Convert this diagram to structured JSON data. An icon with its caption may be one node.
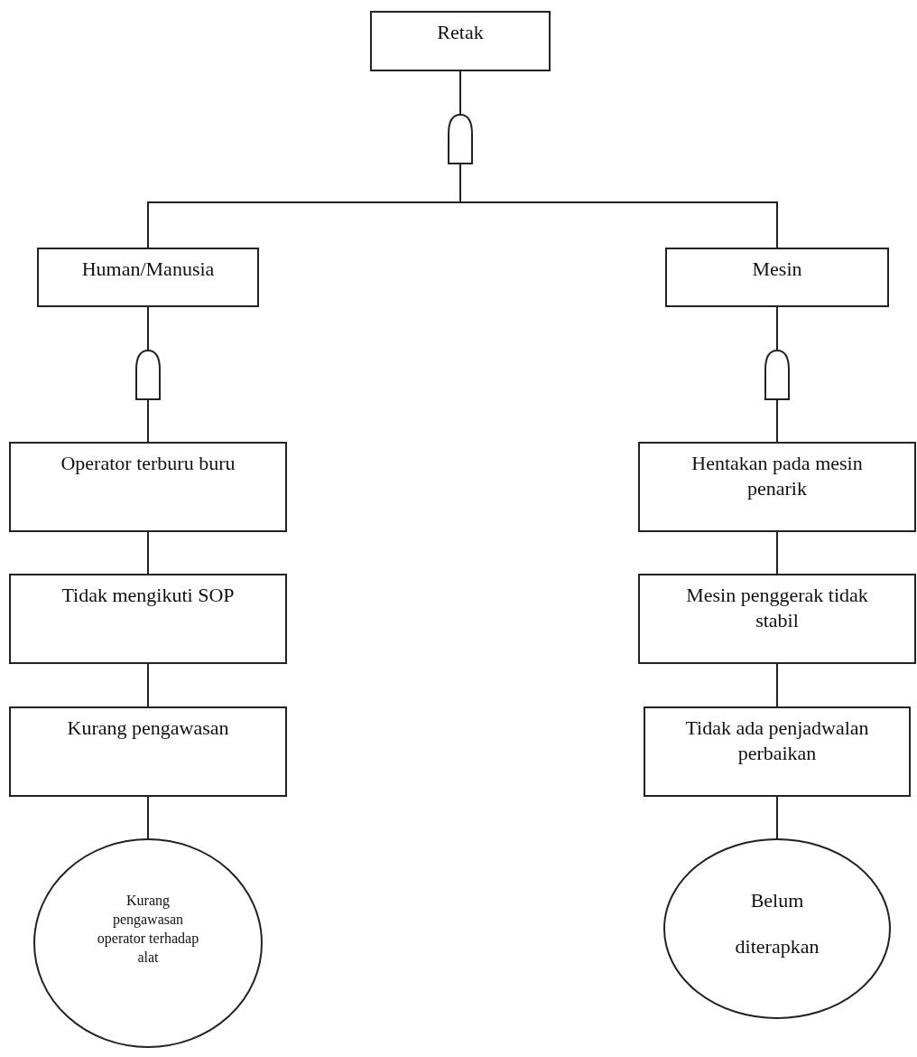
{
  "diagram": {
    "nodes": [
      {
        "text": [
          "Retak"
        ]
      },
      {
        "text": [],
        "shape": "gate"
      },
      {
        "text": [
          "Human/Manusia"
        ]
      },
      {
        "text": [
          "Mesin"
        ]
      },
      {
        "text": [],
        "shape": "gate"
      },
      {
        "text": [],
        "shape": "gate"
      },
      {
        "text": [
          "Operator terburu buru"
        ]
      },
      {
        "text": [
          "Tidak mengikuti SOP"
        ]
      },
      {
        "text": [
          "Kurang pengawasan"
        ]
      },
      {
        "text": [
          "Kurang pengawasan operator terhadap alat"
        ]
      },
      {
        "text": [
          "Hentakan pada mesin penarik"
        ]
      },
      {
        "text": [
          "Mesin penggerak tidak stabil"
        ]
      },
      {
        "text": [
          "Tidak ada penjadwalan perbaikan"
        ]
      },
      {
        "text": [
          "Belum diterapkan"
        ]
      }
    ],
    "edges": [
      {
        "from": 0,
        "to": 1,
        "arrow": "none"
      },
      {
        "from": 1,
        "to": 2,
        "arrow": "none"
      },
      {
        "from": 1,
        "to": 3,
        "arrow": "none"
      },
      {
        "from": 2,
        "to": 4,
        "arrow": "none"
      },
      {
        "from": 4,
        "to": 6,
        "arrow": "none"
      },
      {
        "from": 6,
        "to": 7,
        "arrow": "none"
      },
      {
        "from": 7,
        "to": 8,
        "arrow": "none"
      },
      {
        "from": 8,
        "to": 9,
        "arrow": "none"
      },
      {
        "from": 3,
        "to": 5,
        "arrow": "none"
      },
      {
        "from": 5,
        "to": 10,
        "arrow": "none"
      },
      {
        "from": 10,
        "to": 11,
        "arrow": "none"
      },
      {
        "from": 11,
        "to": 12,
        "arrow": "none"
      },
      {
        "from": 12,
        "to": 13,
        "arrow": "none"
      }
    ]
  }
}
